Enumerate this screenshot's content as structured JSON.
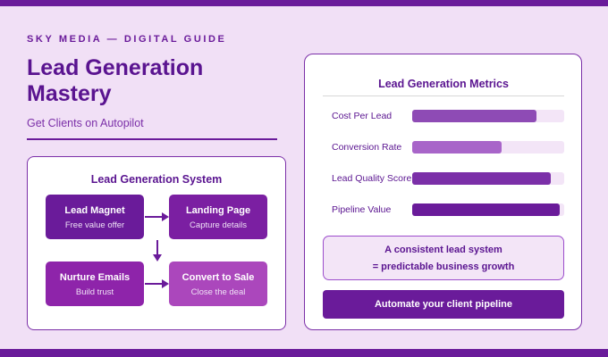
{
  "header": {
    "eyebrow": "SKY MEDIA — DIGITAL GUIDE",
    "title": "Lead Generation Mastery",
    "subtitle": "Get Clients on Autopilot"
  },
  "system": {
    "title": "Lead Generation System",
    "steps": [
      {
        "title": "Lead Magnet",
        "subtitle": "Free value offer"
      },
      {
        "title": "Landing Page",
        "subtitle": "Capture details"
      },
      {
        "title": "Nurture Emails",
        "subtitle": "Build trust"
      },
      {
        "title": "Convert to Sale",
        "subtitle": "Close the deal"
      }
    ]
  },
  "metrics": {
    "title": "Lead Generation Metrics",
    "items": [
      {
        "label": "Cost Per Lead",
        "value": 0.82,
        "color": "#8e4bb5"
      },
      {
        "label": "Conversion Rate",
        "value": 0.59,
        "color": "#a865c9"
      },
      {
        "label": "Lead Quality Score",
        "value": 0.91,
        "color": "#7b2fa8"
      },
      {
        "label": "Pipeline Value",
        "value": 0.97,
        "color": "#6a1b9a"
      }
    ]
  },
  "callout": {
    "line1": "A consistent lead system",
    "line2": "= predictable business growth"
  },
  "cta": {
    "label": "Automate your client pipeline"
  },
  "colors": {
    "brand": "#6a1b9a",
    "background": "#f1e0f6"
  }
}
